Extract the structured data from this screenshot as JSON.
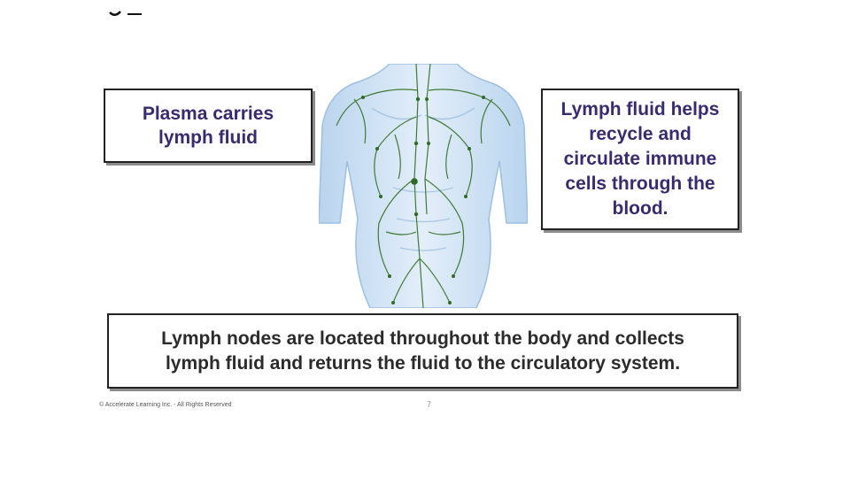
{
  "slide": {
    "left_box": "Plasma carries\nlymph fluid",
    "right_box": "Lymph fluid helps\nrecycle and\ncirculate immune\ncells through the\nblood.",
    "bottom_box": "Lymph nodes are located throughout the body and collects\nlymph fluid and returns the fluid to the circulatory system.",
    "footer": "© Accelerate Learning Inc. - All Rights Reserved",
    "page_number": "7"
  },
  "figure": {
    "icon": "lymphatic-system-illustration",
    "body_color": "#cfe3f5",
    "vessel_color": "#3f7a35"
  }
}
